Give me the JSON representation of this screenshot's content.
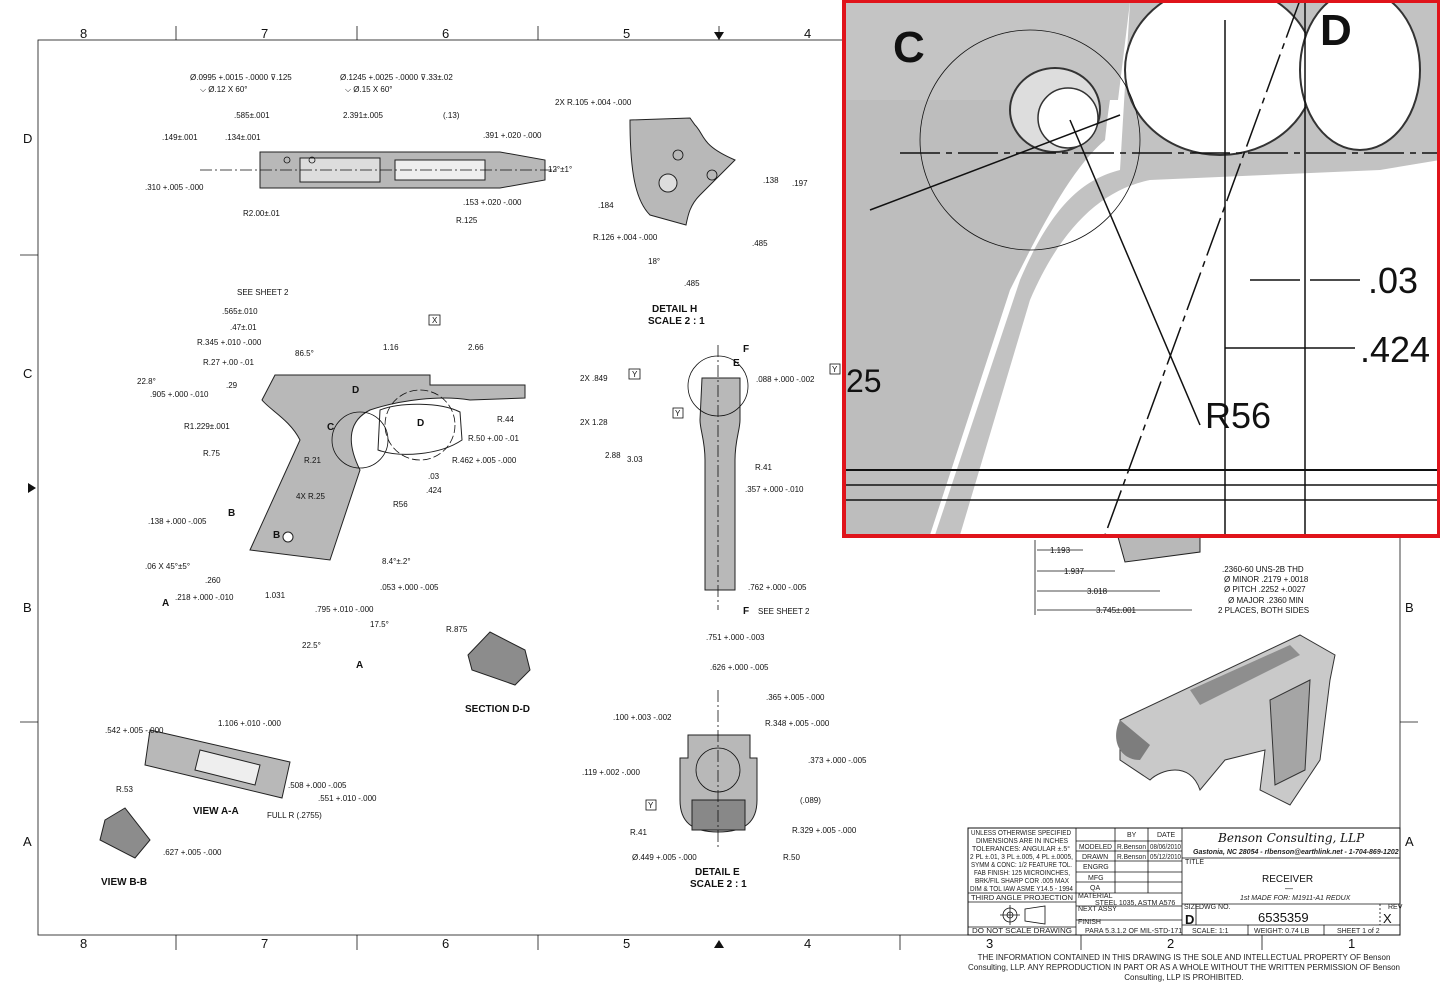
{
  "zones": {
    "top_cols": [
      "8",
      "7",
      "6",
      "5",
      "4"
    ],
    "bottom_cols": [
      "8",
      "7",
      "6",
      "5",
      "4",
      "3",
      "2",
      "1"
    ],
    "left_rows": [
      "D",
      "C",
      "B",
      "A"
    ],
    "right_rows": [
      "B",
      "A"
    ]
  },
  "views": {
    "detail_h": "DETAIL H",
    "detail_h_scale": "SCALE 2 : 1",
    "section_dd": "SECTION D-D",
    "view_aa": "VIEW A-A",
    "view_bb": "VIEW B-B",
    "detail_e": "DETAIL E",
    "detail_e_scale": "SCALE 2 : 1",
    "see_sheet_2_top": "SEE SHEET 2",
    "see_sheet_2_f": "SEE SHEET 2"
  },
  "dimensions": {
    "top_view": [
      "Ø.0995 +.0015 -.0000 ⊽.125",
      "⌵ Ø.12 X 60°",
      "Ø.1245 +.0025 -.0000 ⊽.33±.02",
      "⌵ Ø.15 X 60°",
      ".585±.001",
      "2.391±.005",
      "(.13)",
      ".149±.001",
      ".134±.001",
      ".391 +.020 -.000",
      "12°±1°",
      ".310 +.005 -.000",
      "R2.00±.01",
      ".153 +.020 -.000",
      "R.125"
    ],
    "detail_h": [
      "2X R.105 +.004 -.000",
      ".138",
      ".197",
      ".184",
      "R.126 +.004 -.000",
      "18°",
      ".485",
      ".485"
    ],
    "side_view": [
      ".565±.010",
      ".47±.01",
      "R.345 +.010 -.000",
      "R.27 +.00 -.01",
      "86.5°",
      "1.16",
      "2.66",
      "22.8°",
      ".905 +.000 -.010",
      ".29",
      "R1.229±.001",
      "R.75",
      "R.21",
      "2X .849",
      "2X 1.28",
      "R.44",
      "R.50 +.00 -.01",
      "R.462 +.005 -.000",
      ".03",
      ".424",
      "R56",
      "2.88",
      "3.03",
      "4X R.25",
      ".138 +.000 -.005",
      ".06 X 45°±5°",
      ".260",
      ".218 +.000 -.010",
      "1.031",
      ".795 +.010 -.000",
      "17.5°",
      "22.5°",
      "8.4°±.2°",
      ".053 +.000 -.005"
    ],
    "section_f": [
      ".088 +.000 -.002",
      "R.41",
      ".357 +.000 -.010",
      ".762 +.000 -.005"
    ],
    "section_dd": [
      "R.875"
    ],
    "view_aa": [
      ".542 +.005 -.000",
      "1.106 +.010 -.000",
      ".508 +.000 -.005",
      ".551 +.010 -.000",
      "FULL R (.2755)"
    ],
    "view_bb": [
      "R.53",
      ".627 +.005 -.000"
    ],
    "detail_e": [
      ".751 +.000 -.003",
      ".626 +.000 -.005",
      ".365 +.005 -.000",
      ".100 +.003 -.002",
      "R.348 +.005 -.000",
      ".373 +.000 -.005",
      ".119 +.002 -.000",
      "(.089)",
      "R.41",
      "R.329 +.005 -.000",
      "Ø.449 +.005 -.000",
      "R.50"
    ],
    "right_view": [
      "1.193",
      "1.937",
      "3.018",
      "3.745±.001"
    ],
    "thread_note": [
      ".2360-60 UNS-2B THD",
      "Ø MINOR .2179 +.0018",
      "Ø PITCH .2252 +.0027",
      "Ø MAJOR .2360 MIN",
      "2 PLACES, BOTH SIDES"
    ]
  },
  "datum_labels": [
    "X",
    "Y",
    "Y",
    "Y",
    "Y",
    "B",
    "B",
    "A",
    "A",
    "C",
    "D",
    "D",
    "E",
    "F",
    "F"
  ],
  "inset": {
    "labels": [
      "C",
      "D",
      ".03",
      ".424",
      "R56",
      "25"
    ],
    "border_color": "#e0141b"
  },
  "title_block": {
    "notes": [
      "UNLESS OTHERWISE SPECIFIED",
      "DIMENSIONS ARE IN INCHES",
      "TOLERANCES: ANGULAR ±.5°",
      "2 PL ±.01, 3 PL ±.005, 4 PL ±.0005,",
      "SYMM & CONC: 1/2 FEATURE TOL.",
      "FAB FINISH: 125 MICROINCHES,",
      "BRK/FIL SHARP COR .005 MAX",
      "DIM & TOL IAW ASME Y14.5 - 1994"
    ],
    "projection": "THIRD ANGLE PROJECTION",
    "do_not_scale": "DO NOT SCALE DRAWING",
    "col_by": "BY",
    "col_date": "DATE",
    "rows": [
      {
        "role": "MODELED",
        "by": "R.Benson",
        "date": "08/06/2010"
      },
      {
        "role": "DRAWN",
        "by": "R.Benson",
        "date": "05/12/2010"
      },
      {
        "role": "ENGRG",
        "by": "",
        "date": ""
      },
      {
        "role": "MFG",
        "by": "",
        "date": ""
      },
      {
        "role": "QA",
        "by": "",
        "date": ""
      }
    ],
    "material_label": "MATERIAL",
    "material": "STEEL 1035, ASTM A576",
    "next_assy_label": "NEXT ASSY",
    "finish_label": "FINISH",
    "finish": "PARA 5.3.1.2 OF MIL-STD-171",
    "company": "Benson Consulting, LLP",
    "contact": "Gastonia, NC 28054 - rlbenson@earthlink.net - 1-704-869-1202",
    "title_label": "TITLE",
    "title": "RECEIVER",
    "dash": "—",
    "subtitle": "1st MADE FOR: M1911-A1 REDUX",
    "size_label": "SIZE",
    "size": "D",
    "dwg_label": "DWG NO.",
    "dwg_no": "6535359",
    "rev_label": "REV",
    "rev": "X",
    "scale": "SCALE: 1:1",
    "weight": "WEIGHT: 0.74 LB",
    "sheet": "SHEET 1 of 2",
    "proprietary": "THE INFORMATION CONTAINED IN THIS DRAWING IS THE SOLE AND INTELLECTUAL PROPERTY OF Benson Consulting, LLP. ANY REPRODUCTION IN PART OR AS A WHOLE WITHOUT THE WRITTEN PERMISSION OF Benson Consulting, LLP IS PROHIBITED."
  }
}
